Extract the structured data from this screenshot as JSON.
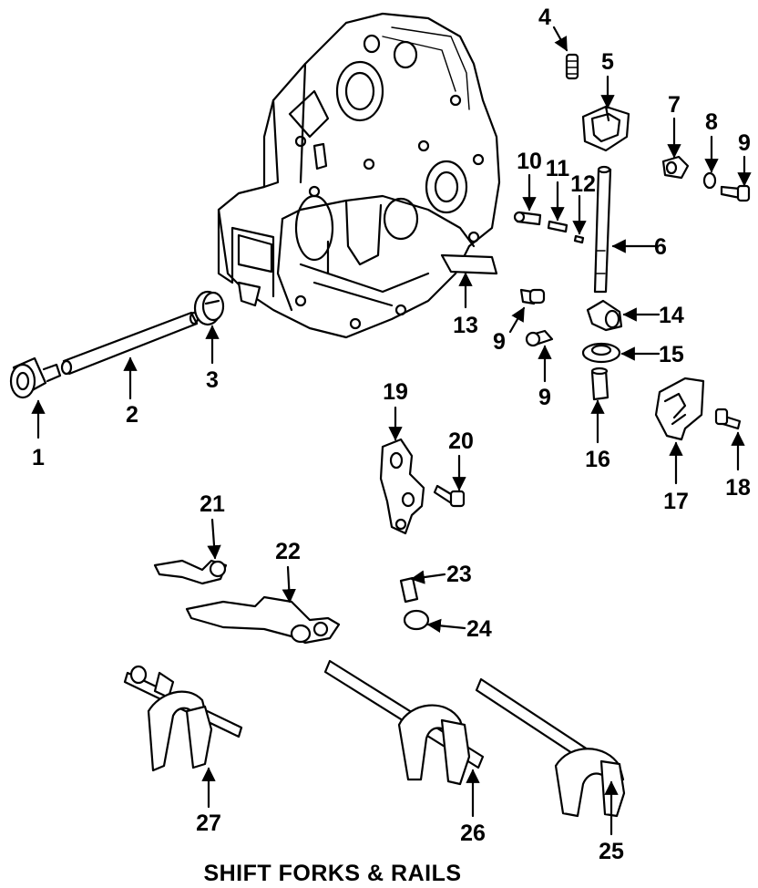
{
  "title": "SHIFT FORKS & RAILS",
  "callouts": [
    "1",
    "2",
    "3",
    "4",
    "5",
    "6",
    "7",
    "8",
    "9",
    "9",
    "9",
    "10",
    "11",
    "12",
    "13",
    "14",
    "15",
    "16",
    "17",
    "18",
    "19",
    "20",
    "21",
    "22",
    "23",
    "24",
    "25",
    "26",
    "27"
  ]
}
